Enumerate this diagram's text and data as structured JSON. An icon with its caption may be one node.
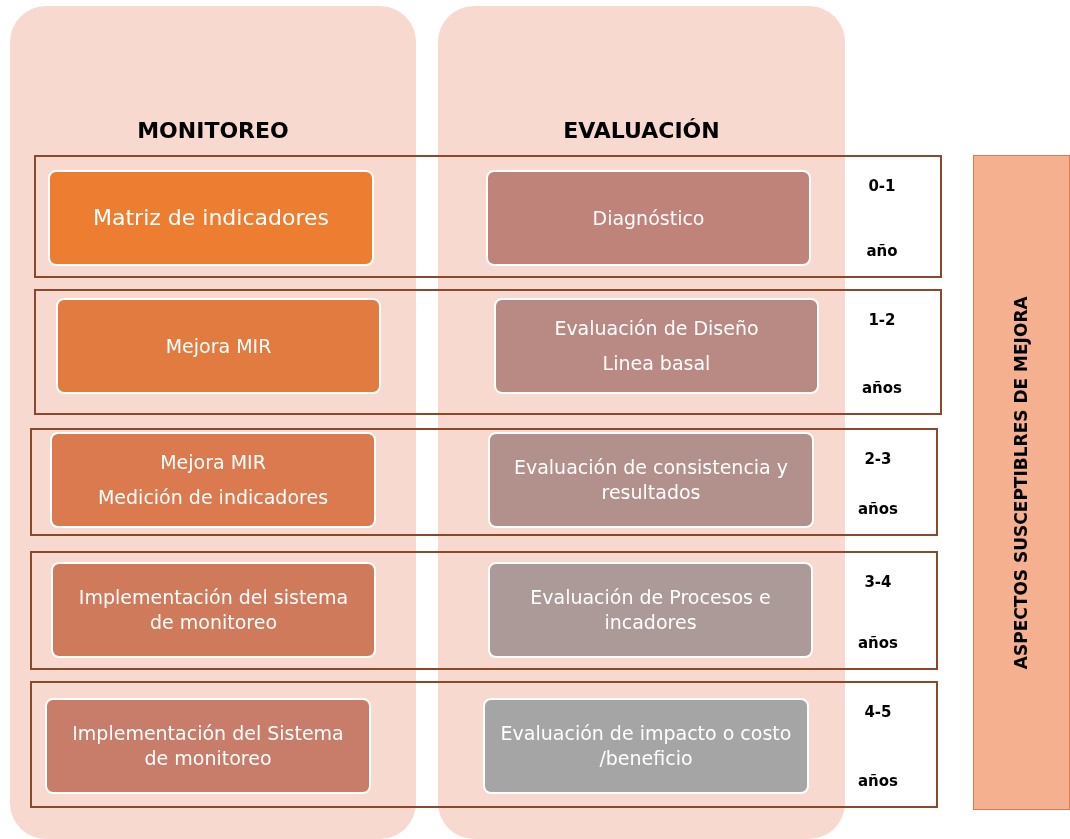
{
  "diagram": {
    "nodes": [
      {
        "text": [
          "MONITOREO"
        ]
      },
      {
        "text": [
          "EVALUACIÓN"
        ]
      },
      {
        "text": [
          "0-1",
          "año"
        ]
      },
      {
        "text": [
          "Matriz de indicadores"
        ]
      },
      {
        "text": [
          "Diagnóstico"
        ]
      },
      {
        "text": [
          "1-2",
          "años"
        ]
      },
      {
        "text": [
          "Mejora MIR"
        ]
      },
      {
        "text": [
          "Evaluación de Diseño",
          "Linea basal"
        ]
      },
      {
        "text": [
          "2-3",
          "años"
        ]
      },
      {
        "text": [
          "Mejora MIR",
          "Medición de indicadores"
        ]
      },
      {
        "text": [
          "Evaluación de consistencia y resultados"
        ]
      },
      {
        "text": [
          "3-4",
          "años"
        ]
      },
      {
        "text": [
          "Implementación del sistema de monitoreo"
        ]
      },
      {
        "text": [
          "Evaluación de Procesos e incadores"
        ]
      },
      {
        "text": [
          "4-5",
          "años"
        ]
      },
      {
        "text": [
          "Implementación del Sistema de monitoreo"
        ]
      },
      {
        "text": [
          "Evaluación de impacto o costo /beneficio"
        ]
      },
      {
        "text": [
          "ASPECTOS SUSCEPTIBLRES DE MEJORA"
        ]
      }
    ]
  }
}
